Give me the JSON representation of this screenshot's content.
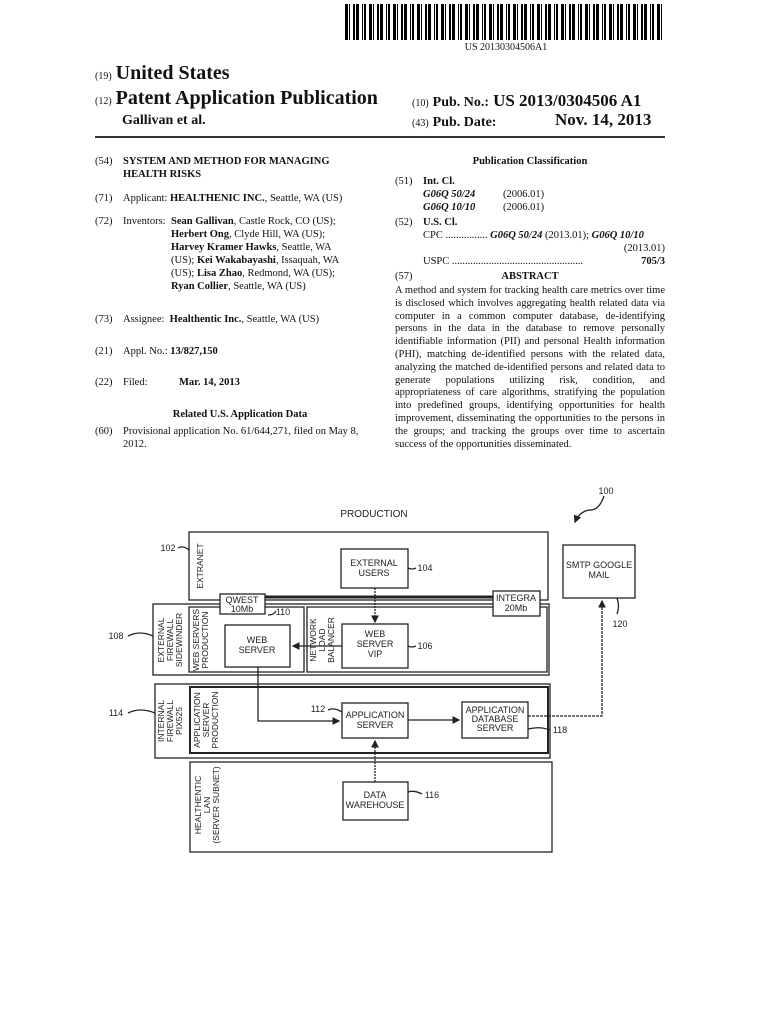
{
  "header": {
    "barcode_number": "US 20130304506A1",
    "country_code": "(19)",
    "country": "United States",
    "type_code": "(12)",
    "type": "Patent Application Publication",
    "authors": "Gallivan et al.",
    "pub_no_code": "(10)",
    "pub_no_label": "Pub. No.:",
    "pub_no": "US 2013/0304506 A1",
    "pub_date_code": "(43)",
    "pub_date_label": "Pub. Date:",
    "pub_date": "Nov. 14, 2013"
  },
  "left": {
    "title_code": "(54)",
    "title": "SYSTEM AND METHOD FOR MANAGING HEALTH RISKS",
    "applicant_code": "(71)",
    "applicant_label": "Applicant:",
    "applicant_name": "HEALTHENIC INC.",
    "applicant_loc": ", Seattle, WA (US)",
    "inventors_code": "(72)",
    "inventors_label": "Inventors:",
    "inventors": [
      {
        "name": "Sean Gallivan",
        "loc": ", Castle Rock, CO (US);"
      },
      {
        "name": "Herbert Ong",
        "loc": ", Clyde Hill, WA (US);"
      },
      {
        "name": "Harvey Kramer Hawks",
        "loc": ", Seattle, WA (US);"
      },
      {
        "name": "Kei Wakabayashi",
        "loc": ", Issaquah, WA (US);"
      },
      {
        "name": "Lisa Zhao",
        "loc": ", Redmond, WA (US);"
      },
      {
        "name": "Ryan Collier",
        "loc": ", Seattle, WA (US)"
      }
    ],
    "assignee_code": "(73)",
    "assignee_label": "Assignee:",
    "assignee_name": "Healthentic Inc.",
    "assignee_loc": ", Seattle, WA (US)",
    "appl_code": "(21)",
    "appl_label": "Appl. No.:",
    "appl_no": "13/827,150",
    "filed_code": "(22)",
    "filed_label": "Filed:",
    "filed_date": "Mar. 14, 2013",
    "related_heading": "Related U.S. Application Data",
    "provisional_code": "(60)",
    "provisional": "Provisional application No. 61/644,271, filed on May 8, 2012."
  },
  "right": {
    "heading": "Publication Classification",
    "intcl_code": "(51)",
    "intcl_label": "Int. Cl.",
    "intcl": [
      {
        "cls": "G06Q 50/24",
        "ver": "(2006.01)"
      },
      {
        "cls": "G06Q 10/10",
        "ver": "(2006.01)"
      }
    ],
    "uscl_code": "(52)",
    "uscl_label": "U.S. Cl.",
    "cpc_label": "CPC",
    "cpc_dots": " ................ ",
    "cpc_1": "G06Q 50/24",
    "cpc_1_ver": " (2013.01); ",
    "cpc_2": "G06Q 10/10",
    "cpc_2_ver": "(2013.01)",
    "uspc_label": "USPC",
    "uspc_dots": " .................................................. ",
    "uspc": "705/3",
    "abstract_code": "(57)",
    "abstract_heading": "ABSTRACT",
    "abstract": "A method and system for tracking health care metrics over time is disclosed which involves aggregating health related data via computer in a common computer database, de-identifying persons in the data in the database to remove personally identifiable information (PII) and personal Health information (PHI), matching de-identified persons with the related data, analyzing the matched de-identified persons and related data to generate populations utilizing risk, condition, and appropriateness of care algorithms, stratifying the population into predefined groups, identifying opportunities for health improvement, disseminating the opportunities to the persons in the groups; and tracking the groups over time to ascertain success of the opportunities disseminated."
  },
  "diagram": {
    "title": "PRODUCTION",
    "ref_100": "100",
    "extranet": "EXTRANET",
    "ref_102": "102",
    "external_users": [
      "EXTERNAL",
      "USERS"
    ],
    "ref_104": "104",
    "qwest": [
      "QWEST",
      "10Mb"
    ],
    "integra": [
      "INTEGRA",
      "20Mb"
    ],
    "ext_firewall": [
      "EXTERNAL",
      "FIREWALL",
      "SIDEWINDER"
    ],
    "ref_108": "108",
    "web_servers_prod": [
      "WEB SERVERS",
      "PRODUCTION"
    ],
    "web_server": [
      "WEB",
      "SERVER"
    ],
    "ref_110": "110",
    "network_lb": [
      "NETWORK",
      "LOAD",
      "BALANCER"
    ],
    "web_server_vip": [
      "WEB",
      "SERVER",
      "VIP"
    ],
    "ref_106": "106",
    "int_firewall": [
      "INTERNAL",
      "FIREWALL",
      "PIX525"
    ],
    "ref_114": "114",
    "app_server_prod": [
      "APPLICATION",
      "SERVER",
      "PRODUCTION"
    ],
    "app_server": [
      "APPLICATION",
      "SERVER"
    ],
    "ref_112": "112",
    "app_db_server": [
      "APPLICATION",
      "DATABASE",
      "SERVER"
    ],
    "ref_118": "118",
    "lan": [
      "HEALTHENTIC",
      "LAN",
      "(SERVER SUBNET)"
    ],
    "data_warehouse": [
      "DATA",
      "WAREHOUSE"
    ],
    "ref_116": "116",
    "smtp": [
      "SMTP GOOGLE",
      "MAIL"
    ],
    "ref_120": "120"
  }
}
